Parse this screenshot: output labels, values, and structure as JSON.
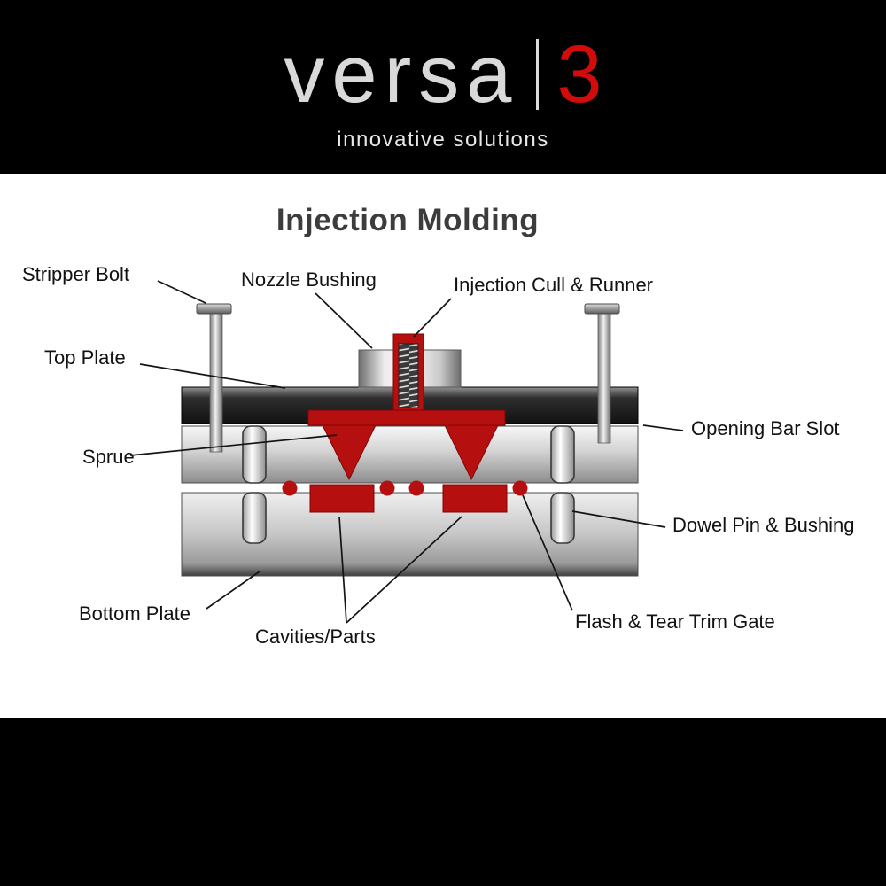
{
  "brand": {
    "logo_text": "versa",
    "logo_number": "3",
    "tagline": "innovative solutions"
  },
  "diagram": {
    "title": "Injection Molding",
    "labels": {
      "stripper_bolt": "Stripper Bolt",
      "nozzle_bushing": "Nozzle Bushing",
      "injection_cull_runner": "Injection Cull & Runner",
      "top_plate": "Top Plate",
      "opening_bar_slot": "Opening Bar Slot",
      "sprue": "Sprue",
      "dowel_pin_bushing": "Dowel Pin & Bushing",
      "bottom_plate": "Bottom Plate",
      "cavities_parts": "Cavities/Parts",
      "flash_tear_trim_gate": "Flash & Tear Trim Gate"
    },
    "colors": {
      "brand_red": "#d40b0b",
      "molten_plastic_red": "#b60f0f",
      "steel_gray": "#c6c6c6",
      "banner_black": "#000000"
    }
  }
}
